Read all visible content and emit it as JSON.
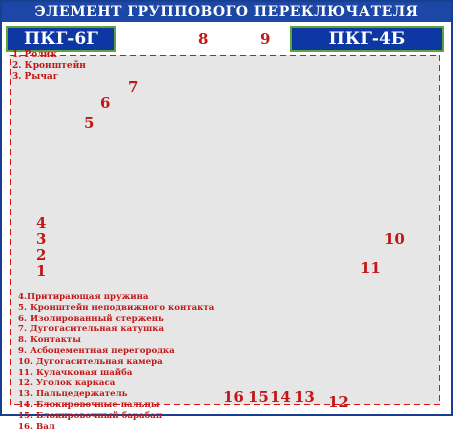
{
  "header": {
    "title": "ЭЛЕМЕНТ  ГРУППОВОГО ПЕРЕКЛЮЧАТЕЛЯ",
    "left_badge": "ПКГ-6Г",
    "right_badge": "ПКГ-4Б"
  },
  "legend_top": [
    "1. Ролик",
    "2. Кронштейн",
    "3. Рычаг"
  ],
  "legend_bottom": [
    "4.Притирающая пружина",
    "5. Кронштейн неподвижного контакта",
    "6. Изолированный стержень",
    "7. Дугогасительная катушка",
    "8. Контакты",
    "9. Асбоцементная перегородка",
    "10. Дугогасительная камера",
    "11. Кулачковая шайба",
    "12. Уголок каркаса",
    "13. Пальцедержатель",
    "14. Блокировочные пальцы",
    "15. Блокировочный барабан",
    "16. Вал"
  ],
  "callouts": [
    "1",
    "2",
    "3",
    "4",
    "5",
    "6",
    "7",
    "8",
    "9",
    "10",
    "11",
    "12",
    "13",
    "14",
    "15",
    "16"
  ]
}
